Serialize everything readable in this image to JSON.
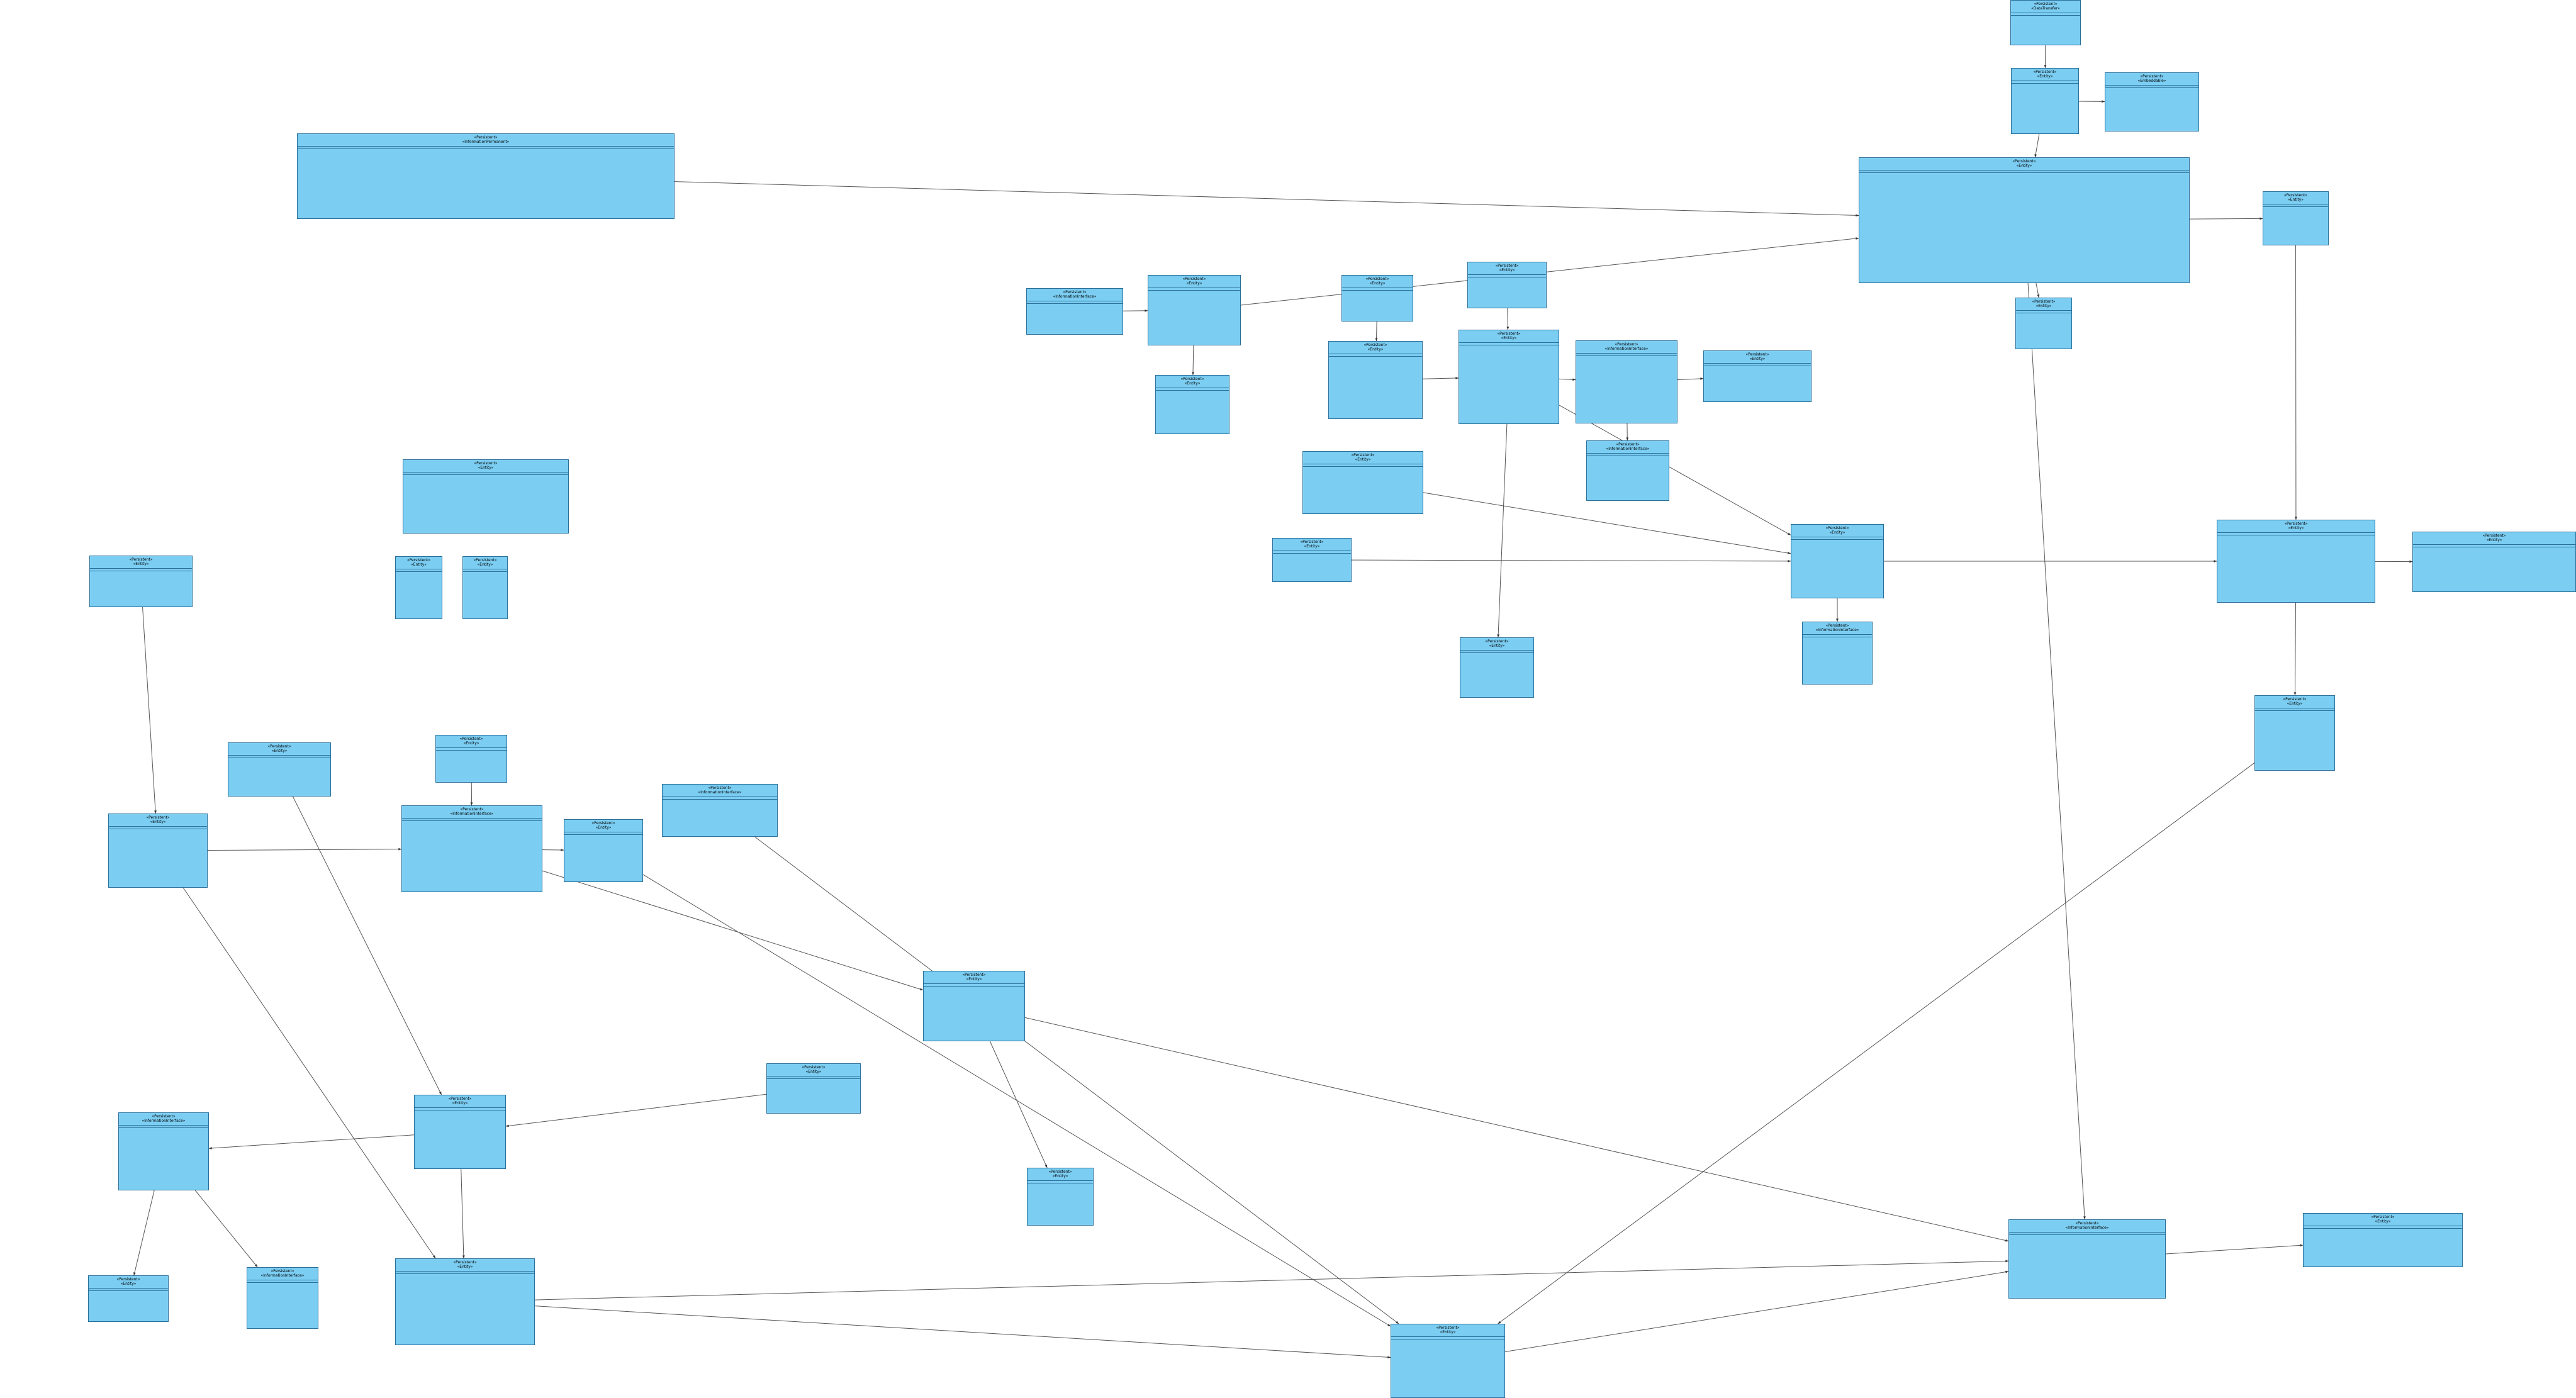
{
  "watermark": "",
  "colors": {
    "class_fill": "#7bcdf2",
    "class_border": "#2a6f99",
    "edge": "#555555"
  },
  "classes": [
    {
      "id": "c1",
      "stereotypes": [
        "«Persistent»",
        "«DataTransfer»"
      ],
      "name": "",
      "attributes": [
        "",
        "",
        "",
        "",
        "",
        "",
        ""
      ],
      "operations": [
        "",
        ""
      ]
    },
    {
      "id": "c2",
      "stereotypes": [
        "«Persistent»",
        "«Entity»"
      ],
      "name": "",
      "attributes": [
        "",
        "",
        "",
        "",
        "",
        "",
        "",
        ""
      ],
      "operations": [
        "",
        "",
        ""
      ]
    },
    {
      "id": "c3",
      "stereotypes": [
        "«Persistent»",
        "«Embeddable»"
      ],
      "name": "",
      "attributes": [
        "",
        "",
        "",
        ""
      ],
      "operations": [
        "",
        "",
        ""
      ]
    },
    {
      "id": "c4",
      "stereotypes": [
        "«Persistent»",
        "«InformationPermanent»"
      ],
      "name": "",
      "attributes": [
        "",
        "",
        "",
        "",
        "",
        "",
        "",
        "",
        "",
        "",
        "",
        ""
      ],
      "operations": [
        "",
        "",
        ""
      ]
    },
    {
      "id": "c5",
      "stereotypes": [
        "«Persistent»",
        "«Entity»"
      ],
      "name": "",
      "attributes": [
        "",
        "",
        "",
        "",
        "",
        "",
        "",
        "",
        "",
        "",
        "",
        "",
        "",
        "",
        "",
        "",
        "",
        "",
        ""
      ],
      "operations": [
        "",
        "",
        ""
      ]
    },
    {
      "id": "c6",
      "stereotypes": [
        "«Persistent»",
        "«Entity»"
      ],
      "name": "",
      "attributes": [
        "",
        "",
        "",
        ""
      ],
      "operations": [
        "",
        "",
        ""
      ]
    },
    {
      "id": "c7",
      "stereotypes": [
        "«Persistent»",
        "«Entity»"
      ],
      "name": "",
      "attributes": [
        "",
        "",
        ""
      ],
      "operations": [
        "",
        ""
      ]
    },
    {
      "id": "c8",
      "stereotypes": [
        "«Persistent»",
        "«InformationInterface»"
      ],
      "name": "",
      "attributes": [
        "",
        "",
        "",
        ""
      ],
      "operations": [
        "",
        ""
      ]
    },
    {
      "id": "c9",
      "stereotypes": [
        "«Persistent»",
        "«Entity»"
      ],
      "name": "",
      "attributes": [
        "",
        "",
        "",
        "",
        "",
        "",
        "",
        ""
      ],
      "operations": [
        "",
        "",
        ""
      ]
    },
    {
      "id": "c10",
      "stereotypes": [
        "«Persistent»",
        "«Entity»"
      ],
      "name": "",
      "attributes": [
        "",
        "",
        "",
        ""
      ],
      "operations": [
        "",
        "",
        ""
      ]
    },
    {
      "id": "c11",
      "stereotypes": [
        "«Persistent»",
        "«Entity»"
      ],
      "name": "",
      "attributes": [
        "",
        "",
        "",
        "",
        ""
      ],
      "operations": [
        "",
        "",
        ""
      ]
    },
    {
      "id": "c12",
      "stereotypes": [
        "«Persistent»",
        "«Entity»"
      ],
      "name": "",
      "attributes": [
        "",
        "",
        "",
        "",
        "",
        "",
        "",
        "",
        ""
      ],
      "operations": [
        "",
        "",
        ""
      ]
    },
    {
      "id": "c13",
      "stereotypes": [
        "«Persistent»",
        "«Entity»"
      ],
      "name": "",
      "attributes": [
        "",
        "",
        "",
        "",
        "",
        "",
        "",
        "",
        "",
        ""
      ],
      "operations": [
        "",
        "",
        ""
      ]
    },
    {
      "id": "c14",
      "stereotypes": [
        "«Persistent»",
        "«InformationInterface»"
      ],
      "name": "",
      "attributes": [
        "",
        ""
      ],
      "operations": [
        "",
        "",
        ""
      ]
    },
    {
      "id": "c15",
      "stereotypes": [
        "«Persistent»",
        "«Entity»"
      ],
      "name": "",
      "attributes": [
        "",
        "",
        "",
        "",
        ""
      ],
      "operations": [
        "",
        "",
        ""
      ]
    },
    {
      "id": "c16",
      "stereotypes": [
        "«Persistent»",
        "«Entity»"
      ],
      "name": "",
      "attributes": [
        "",
        "",
        "",
        "",
        "",
        "",
        "",
        ""
      ],
      "operations": [
        "",
        "",
        ""
      ]
    },
    {
      "id": "c17",
      "stereotypes": [
        "«Persistent»",
        "«InformationInterface»"
      ],
      "name": "",
      "attributes": [
        "",
        "",
        ""
      ],
      "operations": [
        "",
        ""
      ]
    },
    {
      "id": "c18",
      "stereotypes": [
        "«Persistent»",
        "«Entity»"
      ],
      "name": "",
      "attributes": [
        "",
        "",
        "",
        ""
      ],
      "operations": [
        "",
        "",
        ""
      ]
    },
    {
      "id": "c19",
      "stereotypes": [
        "«Persistent»",
        "«Entity»"
      ],
      "name": "",
      "attributes": [
        "",
        "",
        "",
        "",
        "",
        ""
      ],
      "operations": [
        "",
        "",
        ""
      ]
    },
    {
      "id": "c20",
      "stereotypes": [
        "«Persistent»",
        "«Entity»"
      ],
      "name": "",
      "attributes": [
        "",
        "",
        "",
        "",
        "",
        "",
        ""
      ],
      "operations": [
        "",
        "",
        ""
      ]
    },
    {
      "id": "c21",
      "stereotypes": [
        "«Persistent»",
        "«Entity»"
      ],
      "name": "",
      "attributes": [
        "",
        "",
        ""
      ],
      "operations": [
        "",
        ""
      ]
    },
    {
      "id": "c22",
      "stereotypes": [
        "«Persistent»",
        "«Entity»"
      ],
      "name": "",
      "attributes": [
        "",
        "",
        "",
        "",
        "",
        "",
        "",
        "",
        ""
      ],
      "operations": [
        "",
        "",
        ""
      ]
    },
    {
      "id": "c23",
      "stereotypes": [
        "«Persistent»",
        "«Entity»"
      ],
      "name": "",
      "attributes": [
        "",
        "",
        "",
        "",
        ""
      ],
      "operations": [
        "",
        ""
      ]
    },
    {
      "id": "c24",
      "stereotypes": [
        "«Persistent»",
        "«Entity»"
      ],
      "name": "",
      "attributes": [
        "",
        "",
        "",
        "",
        "",
        "",
        ""
      ],
      "operations": [
        "",
        "",
        ""
      ]
    },
    {
      "id": "c25",
      "stereotypes": [
        "«Persistent»",
        "«Entity»"
      ],
      "name": "",
      "attributes": [
        "",
        "",
        "",
        "",
        "",
        ""
      ],
      "operations": [
        "",
        ""
      ]
    },
    {
      "id": "c26",
      "stereotypes": [
        "«Persistent»",
        "«Entity»"
      ],
      "name": "",
      "attributes": [
        "",
        "",
        "",
        "",
        "",
        "",
        "",
        "",
        "",
        "",
        ""
      ],
      "operations": [
        "",
        "",
        ""
      ]
    },
    {
      "id": "c27",
      "stereotypes": [
        "«Persistent»",
        "«InformationInterface»"
      ],
      "name": "",
      "attributes": [
        "",
        "",
        "",
        ""
      ],
      "operations": [
        "",
        ""
      ]
    },
    {
      "id": "c28",
      "stereotypes": [
        "«Persistent»",
        "«Entity»"
      ],
      "name": "",
      "attributes": [
        "",
        "",
        "",
        "",
        "",
        "",
        "",
        "",
        ""
      ],
      "operations": [
        "",
        "",
        ""
      ]
    },
    {
      "id": "c29",
      "stereotypes": [
        "«Persistent»",
        "«Entity»"
      ],
      "name": "",
      "attributes": [
        "",
        "",
        "",
        "",
        "",
        "",
        "",
        "",
        "",
        ""
      ],
      "operations": [
        "",
        "",
        ""
      ]
    },
    {
      "id": "c30",
      "stereotypes": [
        "«Persistent»",
        "«Entity»"
      ],
      "name": "",
      "attributes": [
        "",
        "",
        "",
        ""
      ],
      "operations": [
        "",
        "",
        ""
      ]
    },
    {
      "id": "c31",
      "stereotypes": [
        "«Persistent»",
        "«Entity»"
      ],
      "name": "",
      "attributes": [
        "",
        "",
        "",
        "",
        "",
        "",
        "",
        "",
        ""
      ],
      "operations": [
        "",
        "",
        ""
      ]
    },
    {
      "id": "c32",
      "stereotypes": [
        "«Persistent»",
        "«Entity»"
      ],
      "name": "",
      "attributes": [
        "",
        "",
        "",
        "",
        "",
        "",
        "",
        ""
      ],
      "operations": [
        "",
        "",
        ""
      ]
    },
    {
      "id": "c33",
      "stereotypes": [
        "«Persistent»",
        "«InformationInterface»"
      ],
      "name": "",
      "attributes": [
        "",
        "",
        "",
        ""
      ],
      "operations": [
        "",
        ""
      ]
    },
    {
      "id": "c34",
      "stereotypes": [
        "«Persistent»",
        "«Entity»"
      ],
      "name": "",
      "attributes": [
        "",
        "",
        "",
        "",
        "",
        "",
        "",
        "",
        "",
        ""
      ],
      "operations": [
        "",
        "",
        ""
      ]
    },
    {
      "id": "c35",
      "stereotypes": [
        "«Persistent»",
        "«InformationInterface»"
      ],
      "name": "",
      "attributes": [
        "",
        "",
        ""
      ],
      "operations": [
        "",
        ""
      ]
    },
    {
      "id": "c36",
      "stereotypes": [
        "«Persistent»",
        "«Entity»"
      ],
      "name": "",
      "attributes": [
        "",
        "",
        ""
      ],
      "operations": [
        "",
        ""
      ]
    },
    {
      "id": "c37",
      "stereotypes": [
        "«Persistent»",
        "«Entity»"
      ],
      "name": "",
      "attributes": [
        "",
        "",
        "",
        "",
        "",
        "",
        "",
        "",
        "",
        "",
        "",
        ""
      ],
      "operations": [
        "",
        "",
        ""
      ]
    },
    {
      "id": "c38",
      "stereotypes": [
        "«Persistent»",
        "«Entity»"
      ],
      "name": "",
      "attributes": [
        "",
        "",
        "",
        "",
        "",
        "",
        "",
        "",
        "",
        ""
      ],
      "operations": [
        "",
        "",
        ""
      ]
    },
    {
      "id": "c39",
      "stereotypes": [
        "«Persistent»",
        "«InformationInterface»"
      ],
      "name": "",
      "attributes": [
        "",
        "",
        "",
        ""
      ],
      "operations": [
        "",
        ""
      ]
    },
    {
      "id": "c40",
      "stereotypes": [
        "«Persistent»",
        "«Entity»"
      ],
      "name": "",
      "attributes": [
        "",
        "",
        "",
        "",
        "",
        "",
        "",
        "",
        "",
        ""
      ],
      "operations": [
        "",
        "",
        ""
      ]
    },
    {
      "id": "c41",
      "stereotypes": [
        "«Persistent»",
        "«Entity»"
      ],
      "name": "",
      "attributes": [
        "",
        "",
        "",
        "",
        ""
      ],
      "operations": [
        "",
        "",
        ""
      ]
    },
    {
      "id": "c42",
      "stereotypes": [
        "«Persistent»",
        "«InformationInterface»"
      ],
      "name": "",
      "attributes": [
        "",
        "",
        "",
        ""
      ],
      "operations": [
        "",
        ""
      ]
    },
    {
      "id": "c43",
      "stereotypes": [
        "«Persistent»",
        "«Entity»"
      ],
      "name": "",
      "attributes": [
        "",
        "",
        "",
        ""
      ],
      "operations": [
        "",
        ""
      ]
    },
    {
      "id": "c44",
      "stereotypes": [
        "«Persistent»",
        "«Entity»"
      ],
      "name": "",
      "attributes": [
        "",
        "",
        "",
        "",
        "",
        ""
      ],
      "operations": [
        "",
        "",
        ""
      ]
    },
    {
      "id": "c45",
      "stereotypes": [
        "«Persistent»",
        "«InformationInterface»"
      ],
      "name": "",
      "attributes": [
        "",
        "",
        ""
      ],
      "operations": [
        "",
        ""
      ]
    },
    {
      "id": "c46",
      "stereotypes": [
        "«Persistent»",
        "«Entity»"
      ],
      "name": "",
      "attributes": [
        "",
        "",
        "",
        "",
        "",
        "",
        "",
        ""
      ],
      "operations": [
        "",
        "",
        ""
      ]
    },
    {
      "id": "c47",
      "stereotypes": [
        "«Persistent»",
        "«InformationInterface»"
      ],
      "name": "",
      "attributes": [
        "",
        "",
        ""
      ],
      "operations": [
        "",
        ""
      ]
    },
    {
      "id": "c48",
      "stereotypes": [
        "«Persistent»",
        "«Entity»"
      ],
      "name": "",
      "attributes": [
        "",
        "",
        "",
        "",
        "",
        ""
      ],
      "operations": [
        "",
        "",
        ""
      ]
    },
    {
      "id": "c49",
      "stereotypes": [
        "«Persistent»",
        "«Entity»"
      ],
      "name": "",
      "attributes": [
        "",
        "",
        "",
        "",
        "",
        "",
        "",
        ""
      ],
      "operations": [
        "",
        "",
        ""
      ]
    }
  ],
  "edge_labels": []
}
